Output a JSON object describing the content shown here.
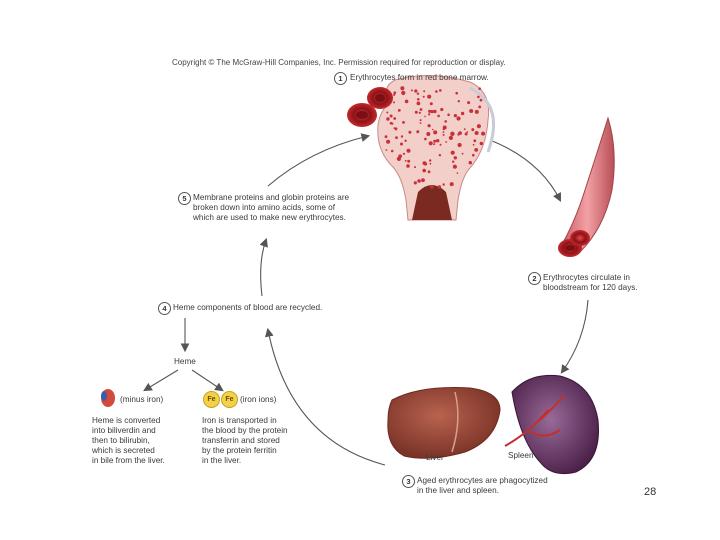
{
  "copyright": "Copyright © The McGraw-Hill Companies, Inc. Permission required for reproduction or display.",
  "steps": [
    {
      "number": "1",
      "text": "Erythrocytes form in red bone marrow."
    },
    {
      "number": "2",
      "text": "Erythrocytes circulate in\nbloodstream for 120 days."
    },
    {
      "number": "3",
      "text": "Aged erythrocytes are phagocytized\nin the liver and spleen."
    },
    {
      "number": "4",
      "text": "Heme components of blood are recycled."
    },
    {
      "number": "5",
      "text": "Membrane proteins and globin proteins are\nbroken down into amino acids, some of\nwhich are used to make new erythrocytes."
    }
  ],
  "heme_label": "Heme",
  "minus_iron_label": "(minus iron)",
  "iron_ions_label": "(iron ions)",
  "fe_symbol": "Fe",
  "heme_text": "Heme is converted\ninto biliverdin and\nthen to bilirubin,\nwhich is secreted\nin bile from the liver.",
  "iron_text": "Iron is transported in\nthe blood by the protein\ntransferrin and stored\nby the protein ferritin\nin the liver.",
  "liver_label": "Liver",
  "spleen_label": "Spleen",
  "slide_number": "28",
  "colors": {
    "blood_red": "#b8262a",
    "bone_pink": "#f3cfc9",
    "vessel_pink": "#e07b80",
    "liver_brown": "#9a4a3a",
    "spleen_purple": "#6d3a6a",
    "arrow_gray": "#555555",
    "iron_yellow": "#f2d24a"
  }
}
